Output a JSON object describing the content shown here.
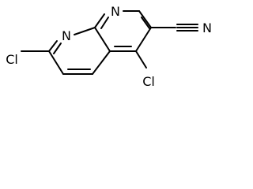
{
  "diagram": {
    "type": "chemical-structure",
    "atom_labels": {
      "n_upper": "N",
      "n_lower": "N",
      "cl_left": "Cl",
      "cl_right": "Cl",
      "nitrile_n": "N"
    },
    "colors": {
      "bond": "#000000",
      "label": "#000000",
      "background": "#ffffff"
    }
  }
}
